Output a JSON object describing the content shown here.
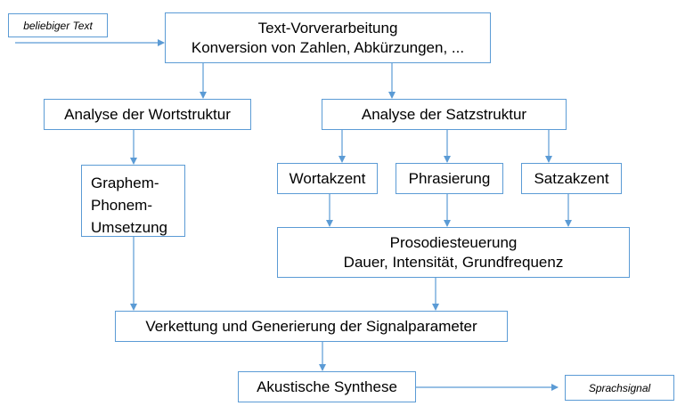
{
  "input_label": "beliebiger Text",
  "output_label": "Sprachsignal",
  "nodes": {
    "text_preprocessing": {
      "line1": "Text-Vorverarbeitung",
      "line2": "Konversion von Zahlen, Abkürzungen, ..."
    },
    "word_structure": {
      "label": "Analyse der Wortstruktur"
    },
    "sentence_structure": {
      "label": "Analyse der Satzstruktur"
    },
    "grapheme_phoneme": {
      "line1": "Graphem-",
      "line2": "Phonem-",
      "line3": "Umsetzung"
    },
    "word_accent": {
      "label": "Wortakzent"
    },
    "phrasing": {
      "label": "Phrasierung"
    },
    "sentence_accent": {
      "label": "Satzakzent"
    },
    "prosody": {
      "line1": "Prosodiesteuerung",
      "line2": "Dauer, Intensität, Grundfrequenz"
    },
    "concatenation": {
      "label": "Verkettung und Generierung der Signalparameter"
    },
    "synthesis": {
      "label": "Akustische Synthese"
    }
  },
  "colors": {
    "border": "#5b9bd5",
    "arrow": "#5b9bd5"
  }
}
